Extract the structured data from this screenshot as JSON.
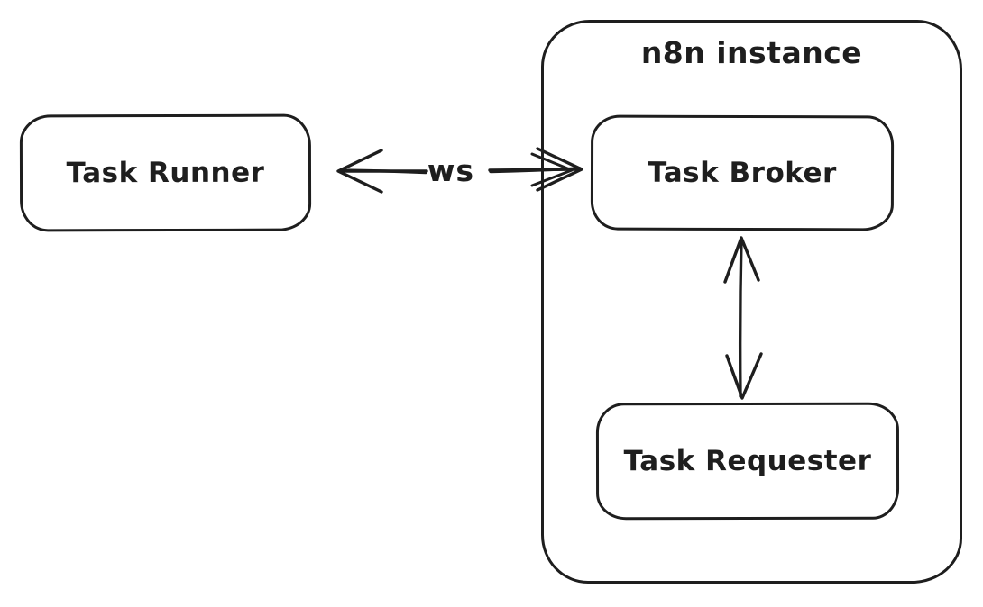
{
  "diagram": {
    "kind": "architecture-diagram",
    "style": "hand-drawn",
    "colors": {
      "stroke": "#1e1e1e",
      "background": "#ffffff"
    },
    "container": {
      "id": "n8n-instance",
      "label": "n8n instance"
    },
    "nodes": [
      {
        "id": "task-runner",
        "label": "Task Runner",
        "inside_container": false
      },
      {
        "id": "task-broker",
        "label": "Task Broker",
        "inside_container": true
      },
      {
        "id": "task-requester",
        "label": "Task Requester",
        "inside_container": true
      }
    ],
    "edges": [
      {
        "from": "task-runner",
        "to": "task-broker",
        "label": "ws",
        "direction": "bidirectional",
        "orientation": "horizontal"
      },
      {
        "from": "task-broker",
        "to": "task-requester",
        "label": "",
        "direction": "bidirectional",
        "orientation": "vertical"
      }
    ]
  }
}
